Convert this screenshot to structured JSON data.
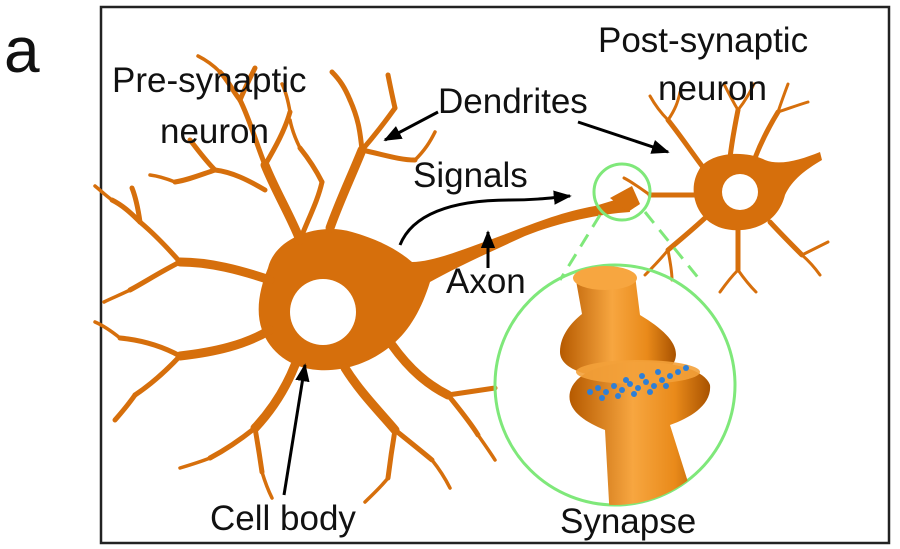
{
  "panel_letter": "a",
  "labels": {
    "pre_synaptic_line1": "Pre-synaptic",
    "pre_synaptic_line2": "neuron",
    "post_synaptic_line1": "Post-synaptic",
    "post_synaptic_line2": "neuron",
    "dendrites": "Dendrites",
    "signals": "Signals",
    "axon": "Axon",
    "cell_body": "Cell body",
    "synapse": "Synapse"
  },
  "colors": {
    "neuron": "#d66f0c",
    "neuron_dark": "#b85a00",
    "synapse_light": "#f7a640",
    "zoom_circle": "#7fe87a",
    "vesicle": "#2e7fd6",
    "frame": "#222222",
    "arrow": "#000000"
  }
}
